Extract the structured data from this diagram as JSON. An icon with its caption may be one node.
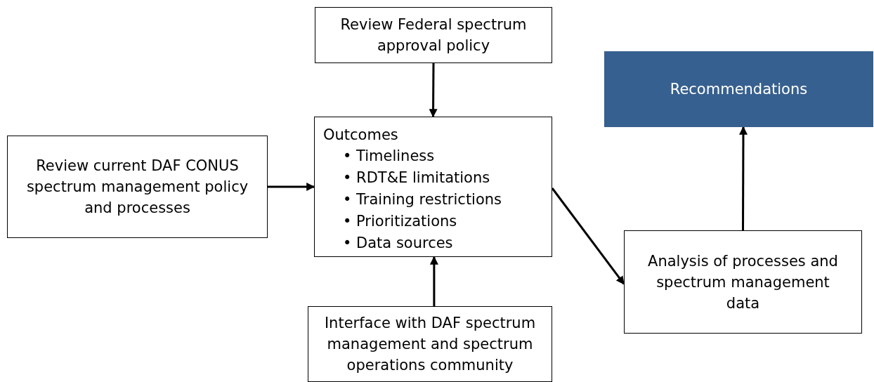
{
  "diagram": {
    "nodes": [
      {
        "text": [
          "Review Federal spectrum approval policy"
        ]
      },
      {
        "text": [
          "Recommendations"
        ]
      },
      {
        "text": [
          "Review current DAF CONUS spectrum management policy and processes"
        ]
      },
      {
        "text": [
          "Outcomes",
          "• Timeliness",
          "• RDT&E limitations",
          "• Training restrictions",
          "• Prioritizations",
          "• Data sources"
        ]
      },
      {
        "text": [
          "Analysis of processes and spectrum management data"
        ]
      },
      {
        "text": [
          "Interface with DAF spectrum management and spectrum operations community"
        ]
      }
    ],
    "edges": [
      {
        "from": 0,
        "to": 3,
        "arrow": "to"
      },
      {
        "from": 2,
        "to": 3,
        "arrow": "to"
      },
      {
        "from": 5,
        "to": 3,
        "arrow": "to"
      },
      {
        "from": 3,
        "to": 4,
        "arrow": "to"
      },
      {
        "from": 4,
        "to": 1,
        "arrow": "to"
      }
    ]
  }
}
